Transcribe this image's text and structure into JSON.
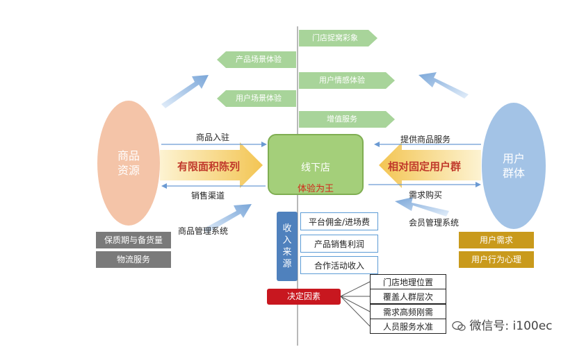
{
  "left_group": {
    "label": "商品\n资源"
  },
  "right_group": {
    "label": "用户\n群体"
  },
  "center": {
    "title": "线下店",
    "subtitle": "体验为王"
  },
  "left_arrow": {
    "text": "有限面积陈列",
    "top_label": "商品入驻",
    "bottom_label": "销售渠道"
  },
  "right_arrow": {
    "text": "相对固定用户群",
    "top_label": "提供商品服务",
    "bottom_label": "需求购买"
  },
  "flags": {
    "right": [
      "门店捉窝彩象",
      "用户情感体验",
      "增值服务"
    ],
    "left": [
      "产品场景体验",
      "用户场景体验"
    ]
  },
  "left_notes": {
    "caption": "商品管理系统",
    "tags": [
      "保质期与备货量",
      "物流服务"
    ]
  },
  "right_notes": {
    "caption": "会员管理系统",
    "tags": [
      "用户需求",
      "用户行为心理"
    ]
  },
  "income": {
    "label": "收入来源",
    "items": [
      "平台佣金/进场费",
      "产品销售利润",
      "合作活动收入"
    ]
  },
  "decision": {
    "label": "决定因素",
    "items": [
      "门店地理位置",
      "覆盖人群层次",
      "需求高频刚需",
      "人员服务水准"
    ]
  },
  "watermark": "微信号: i100ec",
  "colors": {
    "left_ellipse": "#f4c4a8",
    "right_ellipse": "#a3c3e6",
    "center": "#a4cf7a",
    "flag": "#a8d49a",
    "arrow_yellow": "#f6cf6b",
    "income": "#4f81bd",
    "decision": "#c8171f",
    "gray_tag": "#7a7a7a",
    "gold_tag": "#c99a1c"
  }
}
